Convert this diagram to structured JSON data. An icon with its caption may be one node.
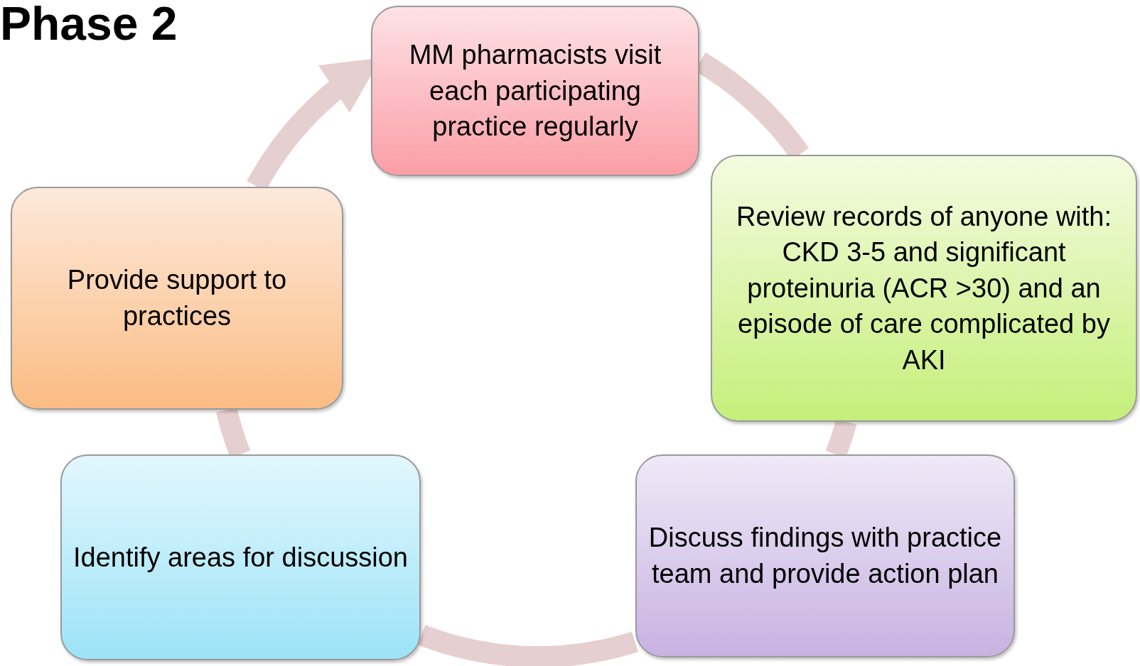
{
  "diagram": {
    "title": "Phase 2",
    "nodes": [
      {
        "text": [
          "MM pharmacists visit each participating practice regularly"
        ]
      },
      {
        "text": [
          "Review records of anyone with: CKD 3-5 and significant proteinuria (ACR >30) and an episode of care complicated by AKI"
        ]
      },
      {
        "text": [
          "Discuss findings with practice team and provide action plan"
        ]
      },
      {
        "text": [
          "Identify areas for discussion"
        ]
      },
      {
        "text": [
          "Provide support to practices"
        ]
      }
    ],
    "edges": [
      {
        "from": 0,
        "to": 1,
        "arrow": "none"
      },
      {
        "from": 1,
        "to": 2,
        "arrow": "none"
      },
      {
        "from": 2,
        "to": 3,
        "arrow": "none"
      },
      {
        "from": 3,
        "to": 4,
        "arrow": "none"
      },
      {
        "from": 4,
        "to": 0,
        "arrow": "to"
      }
    ]
  }
}
